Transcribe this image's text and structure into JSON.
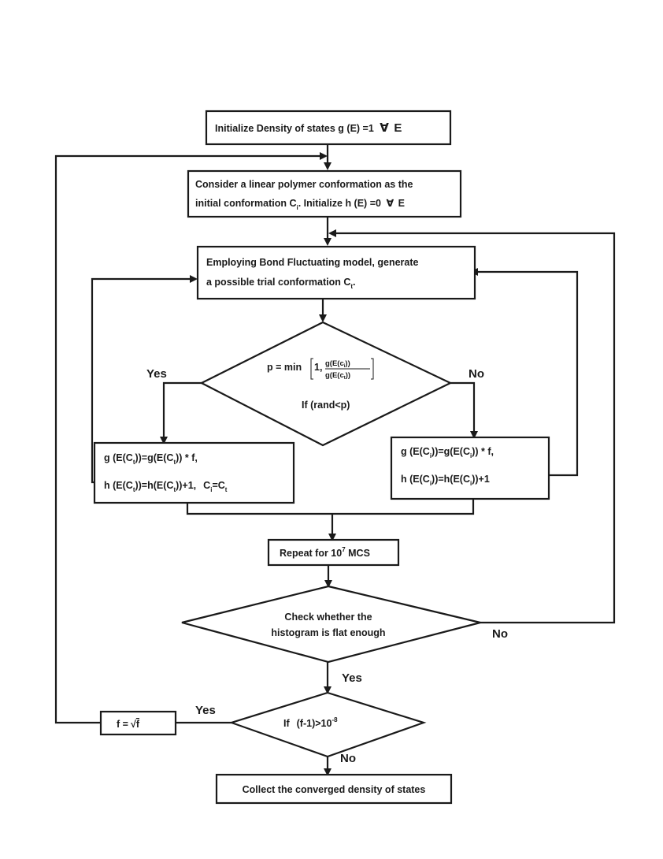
{
  "nodes": {
    "init_g": {
      "text": "Initialize Density of states g (E) =1",
      "forall": "∀",
      "var": "E"
    },
    "linear": {
      "line1": "Consider a linear polymer conformation as the",
      "line2_a": "initial conformation C",
      "line2_sub": "i",
      "line2_b": ". Initialize h (E) =0",
      "line2_forall": "∀",
      "line2_var": "E"
    },
    "bond": {
      "line1": "Employing Bond Fluctuating model, generate",
      "line2_a": "a possible trial conformation C",
      "line2_sub": "t",
      "line2_b": "."
    },
    "accept": {
      "p_prefix": "p = min",
      "p_one": "1,",
      "p_num": "g(E(c",
      "p_num_sub": "i",
      "p_num_end": "))",
      "p_den": "g(E(c",
      "p_den_sub": "t",
      "p_den_end": "))",
      "condition": "If (rand<p)"
    },
    "yes_update": {
      "l1_a": "g (E(C",
      "l1_sub1": "t",
      "l1_b": "))=g(E(C",
      "l1_sub2": "t",
      "l1_c": ")) * f,",
      "l2_a": "h (E(C",
      "l2_sub1": "t",
      "l2_b": "))=h(E(C",
      "l2_sub2": "t",
      "l2_c": "))+1,",
      "l2_d": "C",
      "l2_sub3": "i",
      "l2_e": "=C",
      "l2_sub4": "t"
    },
    "no_update": {
      "l1_a": "g (E(C",
      "l1_sub1": "i",
      "l1_b": "))=g(E(C",
      "l1_sub2": "i",
      "l1_c": ")) * f,",
      "l2_a": "h (E(C",
      "l2_sub1": "i",
      "l2_b": "))=h(E(C",
      "l2_sub2": "i",
      "l2_c": "))+1"
    },
    "repeat": {
      "text_a": "Repeat for 10",
      "text_sup": "7",
      "text_b": " MCS"
    },
    "flat": {
      "line1": "Check whether the",
      "line2": "histogram is flat enough"
    },
    "converge_test": {
      "text_a": "If",
      "text_b": "(f-1)>10",
      "text_sup": "-8"
    },
    "sqrt_f": {
      "text_a": "f =",
      "radical": "√",
      "radicand": "f"
    },
    "collect": {
      "text": "Collect the converged density of states"
    }
  },
  "edge_labels": {
    "accept_yes": "Yes",
    "accept_no": "No",
    "flat_no": "No",
    "flat_yes": "Yes",
    "converge_yes": "Yes",
    "converge_no": "No"
  }
}
